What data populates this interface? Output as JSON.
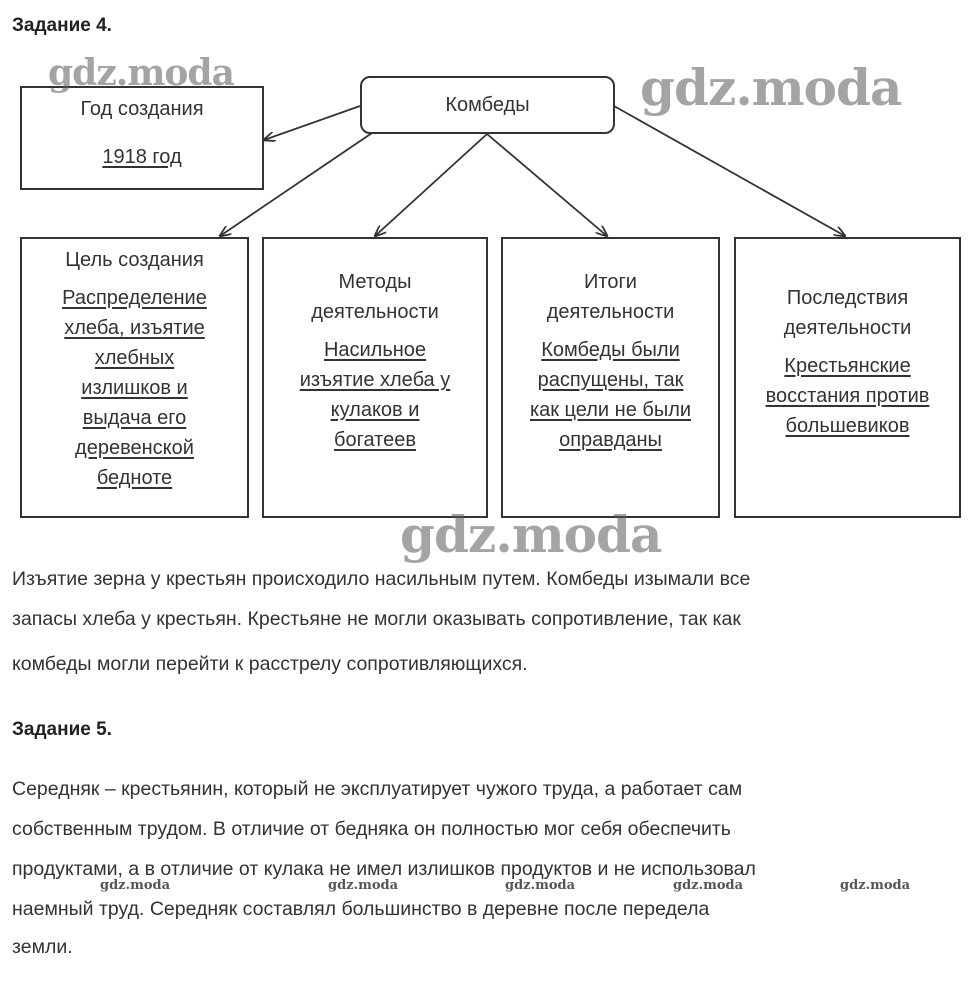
{
  "task4": {
    "heading": "Задание 4.",
    "center": "Комбеды",
    "year_box": {
      "title": "Год создания",
      "answer": "1918 год"
    },
    "boxes": [
      {
        "title": [
          "Цель создания"
        ],
        "answer": [
          "Распределение",
          "хлеба, изъятие",
          "хлебных",
          "излишков и",
          "выдача его",
          "деревенской",
          "бедноте"
        ]
      },
      {
        "title": [
          "Методы",
          "деятельности"
        ],
        "answer": [
          "Насильное",
          "изъятие хлеба у",
          "кулаков и",
          "богатеев"
        ]
      },
      {
        "title": [
          "Итоги",
          "деятельности"
        ],
        "answer": [
          "Комбеды были",
          "распущены, так",
          "как цели не были",
          "оправданы"
        ]
      },
      {
        "title": [
          "Последствия",
          "деятельности"
        ],
        "answer": [
          "Крестьянские",
          "восстания против",
          "большевиков"
        ]
      }
    ],
    "paragraph": [
      "Изъятие зерна у крестьян происходило насильным путем. Комбеды изымали все",
      "запасы хлеба у крестьян. Крестьяне не могли оказывать сопротивление, так как",
      "комбеды могли перейти к расстрелу сопротивляющихся."
    ]
  },
  "task5": {
    "heading": "Задание 5.",
    "paragraph": [
      "Середняк – крестьянин, который не эксплуатирует чужого труда, а работает сам",
      "собственным трудом. В отличие от бедняка он полностью мог себя обеспечить",
      "продуктами, а в отличие от кулака не имел излишков продуктов и не использовал",
      "наемный труд. Середняк составлял большинство в деревне после передела",
      "земли."
    ]
  },
  "watermark": "gdz.moda"
}
